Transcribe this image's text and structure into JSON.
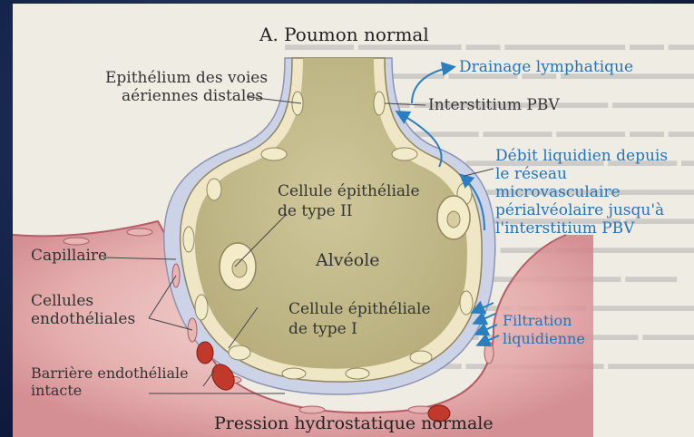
{
  "diagram": {
    "title": "A. Poumon normal",
    "footer": "Pression hydrostatique normale",
    "labels": {
      "epithelium_line1": "Epithélium des voies",
      "epithelium_line2": "aériennes distales",
      "drainage": "Drainage lymphatique",
      "interstitium": "Interstitium PBV",
      "debit_line1": "Débit liquidien depuis",
      "debit_line2": "le réseau microvasculaire",
      "debit_line3": "périalvéolaire jusqu'à",
      "debit_line4": "l'interstitium PBV",
      "type2_line1": "Cellule épithéliale",
      "type2_line2": "de type II",
      "alveole": "Alvéole",
      "type1_line1": "Cellule épithéliale",
      "type1_line2": "de type I",
      "filtration_line1": "Filtration",
      "filtration_line2": "liquidienne",
      "capillaire": "Capillaire",
      "endo_line1": "Cellules",
      "endo_line2": "endothéliales",
      "barriere_line1": "Barrière endothéliale",
      "barriere_line2": "intacte"
    },
    "colors": {
      "alveolus_fill": "#c6bd8e",
      "interstitium_band": "#cdd3e6",
      "capillary_band": "#d98c92",
      "blood_cell": "#c0392b",
      "arrow_blue": "#2a7fc1",
      "label_text": "#333333",
      "blue_text": "#2673b5"
    }
  }
}
